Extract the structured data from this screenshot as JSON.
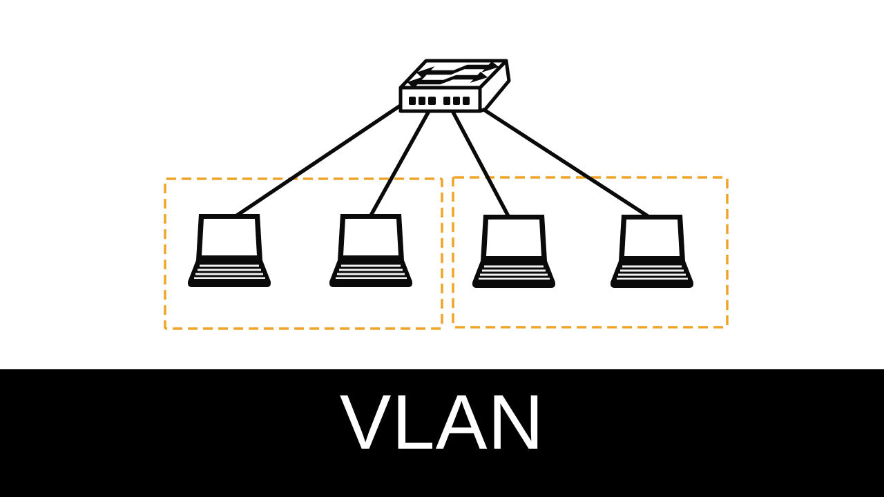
{
  "caption": {
    "title": "VLAN",
    "bar_color": "#000000",
    "text_color": "#ffffff"
  },
  "colors": {
    "background": "#ffffff",
    "ink": "#0a0a0a",
    "vlan_box_border": "#F0A428",
    "laptop_keyboard_stripe": "#f2f2f2"
  },
  "diagram": {
    "type": "network-topology",
    "nodes": [
      {
        "id": "switch",
        "kind": "network-switch",
        "icon": "switch-icon",
        "ports_visible": 6
      },
      {
        "id": "laptop-1",
        "kind": "laptop",
        "icon": "laptop-icon",
        "group": "vlan-1"
      },
      {
        "id": "laptop-2",
        "kind": "laptop",
        "icon": "laptop-icon",
        "group": "vlan-1"
      },
      {
        "id": "laptop-3",
        "kind": "laptop",
        "icon": "laptop-icon",
        "group": "vlan-2"
      },
      {
        "id": "laptop-4",
        "kind": "laptop",
        "icon": "laptop-icon",
        "group": "vlan-2"
      }
    ],
    "groups": [
      {
        "id": "vlan-1",
        "style": "dashed-box",
        "members": [
          "laptop-1",
          "laptop-2"
        ]
      },
      {
        "id": "vlan-2",
        "style": "dashed-box",
        "members": [
          "laptop-3",
          "laptop-4"
        ]
      }
    ],
    "edges": [
      {
        "from": "switch",
        "to": "laptop-1"
      },
      {
        "from": "switch",
        "to": "laptop-2"
      },
      {
        "from": "switch",
        "to": "laptop-3"
      },
      {
        "from": "switch",
        "to": "laptop-4"
      }
    ]
  }
}
